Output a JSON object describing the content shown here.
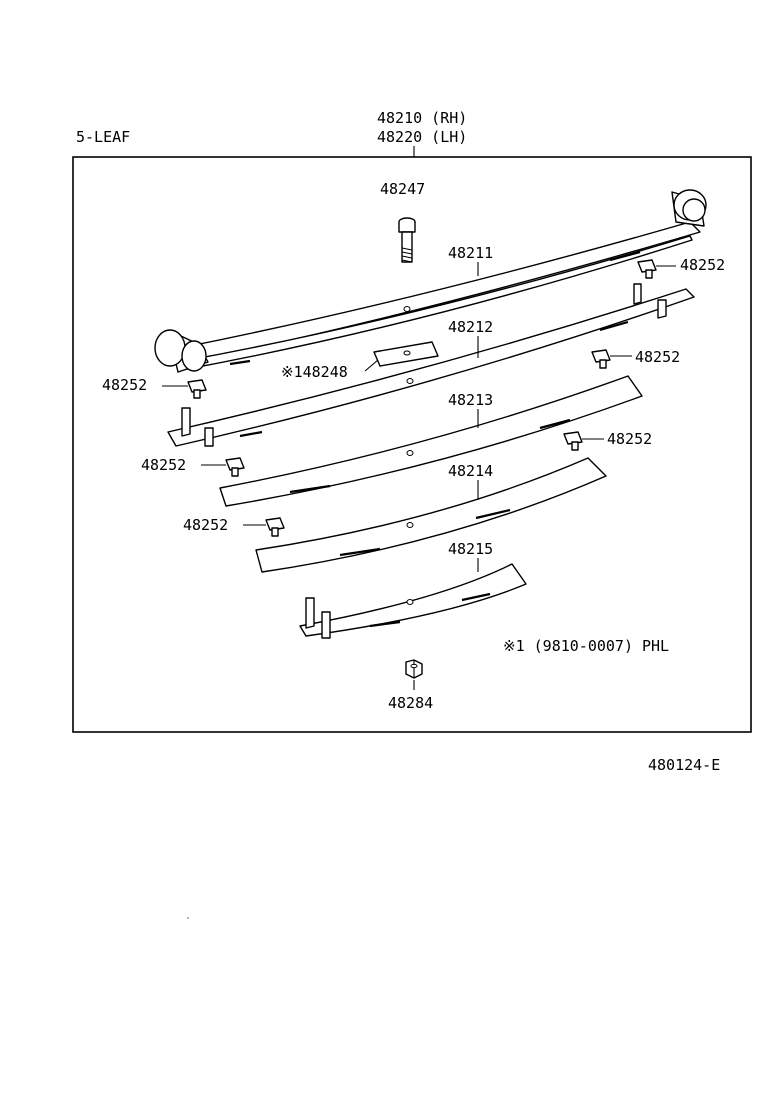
{
  "header": {
    "variant": "5-LEAF",
    "assembly_rh": "48210 (RH)",
    "assembly_lh": "48220 (LH)"
  },
  "parts": {
    "bolt": "48247",
    "leaf1": "48211",
    "leaf2": "48212",
    "leaf3": "48213",
    "leaf4": "48214",
    "leaf5": "48215",
    "plate": "※148248",
    "clip_right_1": "48252",
    "clip_right_2": "48252",
    "clip_right_3": "48252",
    "clip_left_1": "48252",
    "clip_left_2": "48252",
    "clip_left_3": "48252",
    "nut": "48284"
  },
  "note": "※1 (9810-0007) PHL",
  "figure_code": "480124-E"
}
